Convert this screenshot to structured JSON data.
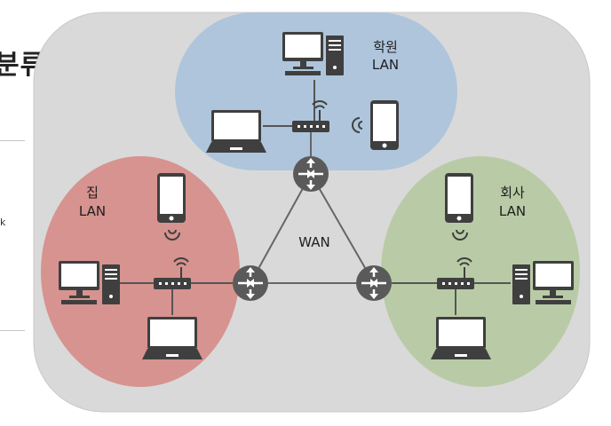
{
  "slide": {
    "title_fragment": "분류",
    "side_text_fragment": "k"
  },
  "diagram": {
    "wan_label": "WAN",
    "networks": {
      "academy": {
        "name": "학원",
        "type": "LAN",
        "color": "#aec5dc"
      },
      "home": {
        "name": "집",
        "type": "LAN",
        "color": "#d7938f"
      },
      "company": {
        "name": "회사",
        "type": "LAN",
        "color": "#b8cba6"
      }
    },
    "colors": {
      "backdrop": "#d9d9d9",
      "link": "#666666",
      "router": "#5a5a5a"
    },
    "icons": [
      "desktop-icon",
      "laptop-icon",
      "smartphone-icon",
      "switch-icon",
      "router-icon",
      "wifi-icon"
    ]
  }
}
